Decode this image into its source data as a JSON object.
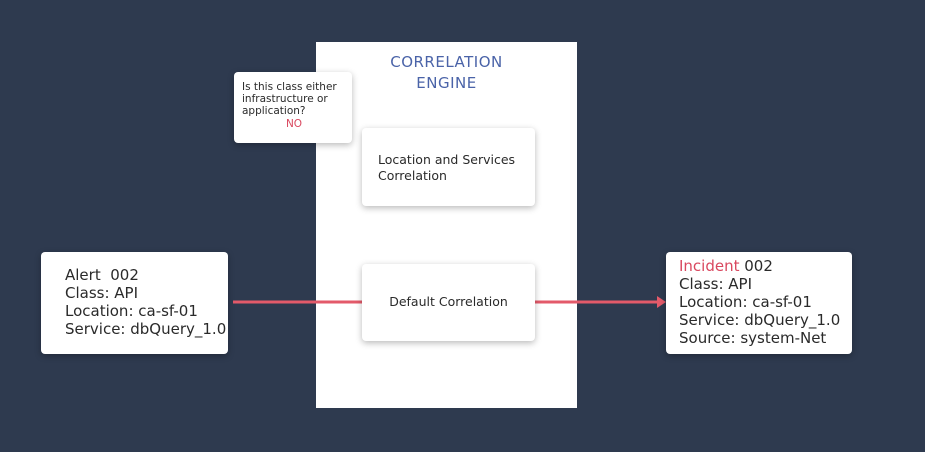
{
  "engine": {
    "title_line1": "CORRELATION",
    "title_line2": "ENGINE"
  },
  "question": {
    "text": "Is this class either infrastructure or application?",
    "answer": "NO"
  },
  "location_card": {
    "label": "Location and Services Correlation"
  },
  "default_card": {
    "label": "Default Correlation"
  },
  "alert": {
    "title": "Alert  002",
    "class": "Class: API",
    "location": "Location: ca-sf-01",
    "service": "Service: dbQuery_1.0"
  },
  "incident": {
    "word": "Incident",
    "id": " 002",
    "class": "Class: API",
    "location": "Location: ca-sf-01",
    "service": "Service: dbQuery_1.0",
    "source": "Source: system-Net"
  },
  "colors": {
    "background": "#2e3a4f",
    "accent": "#d9485f",
    "engine_title": "#4a63a8",
    "arrow": "#e35a6a"
  }
}
